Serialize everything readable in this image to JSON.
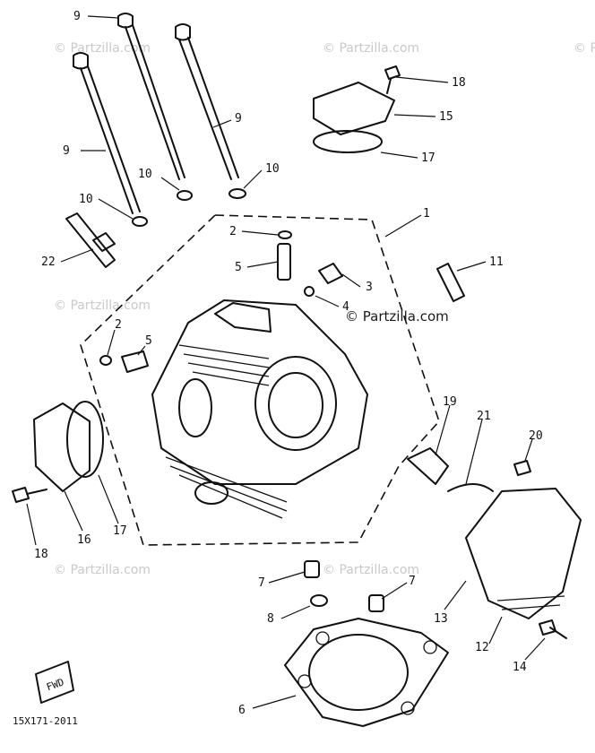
{
  "watermark": {
    "text": "© Partzilla.com"
  },
  "drawing_code": "15X171-2011",
  "fwd_label": "FWD",
  "callouts": [
    {
      "id": "c-9a",
      "text": "9"
    },
    {
      "id": "c-9b",
      "text": "9"
    },
    {
      "id": "c-9c",
      "text": "9"
    },
    {
      "id": "c-18a",
      "text": "18"
    },
    {
      "id": "c-15",
      "text": "15"
    },
    {
      "id": "c-17a",
      "text": "17"
    },
    {
      "id": "c-10a",
      "text": "10"
    },
    {
      "id": "c-10b",
      "text": "10"
    },
    {
      "id": "c-10c",
      "text": "10"
    },
    {
      "id": "c-1",
      "text": "1"
    },
    {
      "id": "c-2a",
      "text": "2"
    },
    {
      "id": "c-5a",
      "text": "5"
    },
    {
      "id": "c-3",
      "text": "3"
    },
    {
      "id": "c-4",
      "text": "4"
    },
    {
      "id": "c-11",
      "text": "11"
    },
    {
      "id": "c-22",
      "text": "22"
    },
    {
      "id": "c-2b",
      "text": "2"
    },
    {
      "id": "c-5b",
      "text": "5"
    },
    {
      "id": "c-19",
      "text": "19"
    },
    {
      "id": "c-21",
      "text": "21"
    },
    {
      "id": "c-20",
      "text": "20"
    },
    {
      "id": "c-16",
      "text": "16"
    },
    {
      "id": "c-17b",
      "text": "17"
    },
    {
      "id": "c-18b",
      "text": "18"
    },
    {
      "id": "c-7a",
      "text": "7"
    },
    {
      "id": "c-7b",
      "text": "7"
    },
    {
      "id": "c-8",
      "text": "8"
    },
    {
      "id": "c-13",
      "text": "13"
    },
    {
      "id": "c-12",
      "text": "12"
    },
    {
      "id": "c-14",
      "text": "14"
    },
    {
      "id": "c-6",
      "text": "6"
    }
  ]
}
